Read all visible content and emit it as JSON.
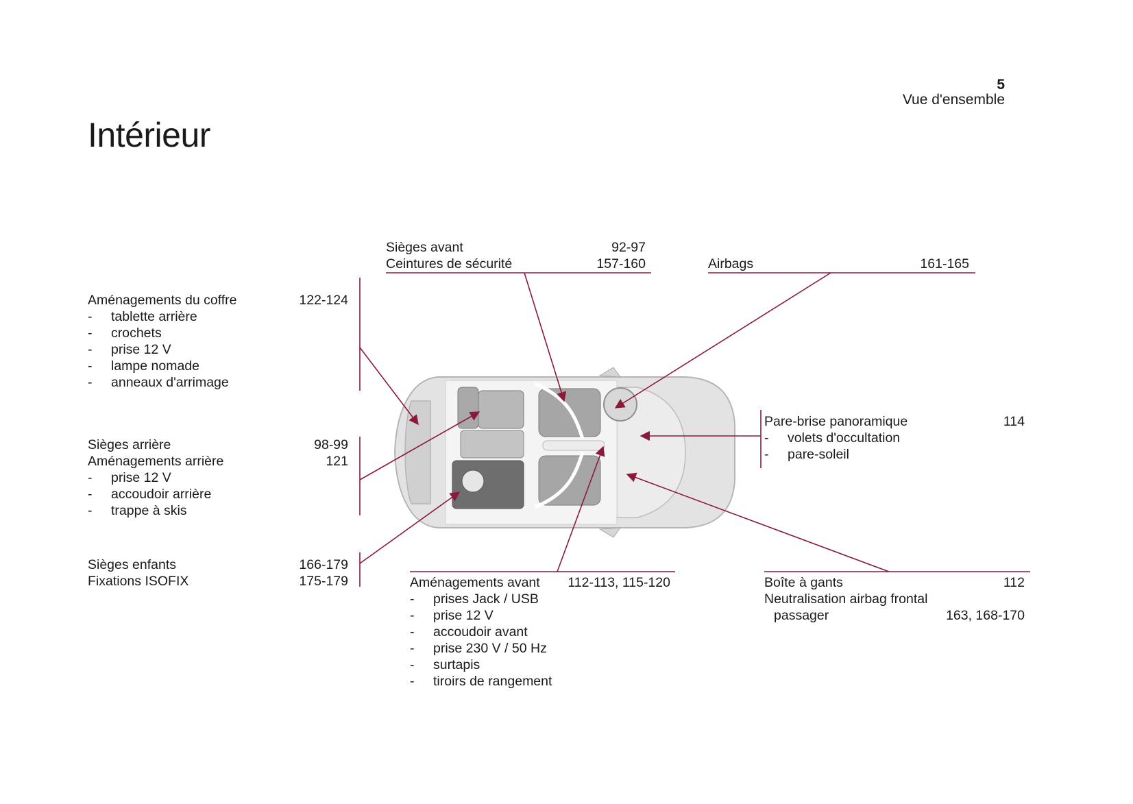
{
  "header": {
    "page_number": "5",
    "section": "Vue d'ensemble"
  },
  "title": "Intérieur",
  "callouts": {
    "coffre": {
      "items": [
        {
          "label": "Aménagements du coffre",
          "pages": "122-124"
        },
        {
          "label": "tablette arrière"
        },
        {
          "label": "crochets"
        },
        {
          "label": "prise 12 V"
        },
        {
          "label": "lampe nomade"
        },
        {
          "label": "anneaux d'arrimage"
        }
      ]
    },
    "arriere": {
      "items": [
        {
          "label": "Sièges arrière",
          "pages": "98-99"
        },
        {
          "label": "Aménagements arrière",
          "pages": "121"
        },
        {
          "label": "prise 12 V"
        },
        {
          "label": "accoudoir arrière"
        },
        {
          "label": "trappe à skis"
        }
      ]
    },
    "enfants": {
      "items": [
        {
          "label": "Sièges enfants",
          "pages": "166-179"
        },
        {
          "label": "Fixations ISOFIX",
          "pages": "175-179"
        }
      ]
    },
    "sieges_avant": {
      "items": [
        {
          "label": "Sièges avant",
          "pages": "92-97"
        },
        {
          "label": "Ceintures de sécurité",
          "pages": "157-160"
        }
      ]
    },
    "airbags": {
      "items": [
        {
          "label": "Airbags",
          "pages": "161-165"
        }
      ]
    },
    "pare_brise": {
      "items": [
        {
          "label": "Pare-brise panoramique",
          "pages": "114"
        },
        {
          "label": "volets d'occultation"
        },
        {
          "label": "pare-soleil"
        }
      ]
    },
    "avant": {
      "items": [
        {
          "label": "Aménagements avant",
          "pages": "112-113, 115-120"
        },
        {
          "label": "prises Jack / USB"
        },
        {
          "label": "prise 12 V"
        },
        {
          "label": "accoudoir avant"
        },
        {
          "label": "prise 230 V / 50 Hz"
        },
        {
          "label": "surtapis"
        },
        {
          "label": "tiroirs de rangement"
        }
      ]
    },
    "boite": {
      "items": [
        {
          "label": "Boîte à gants",
          "pages": "112"
        },
        {
          "label": "Neutralisation airbag frontal"
        },
        {
          "label": "passager",
          "pages": "163, 168-170"
        }
      ]
    },
    "dash": "-"
  },
  "colors": {
    "leader": "#8b1a3a",
    "car_body": "#dcdcdc",
    "car_outline": "#b5b5b5",
    "seat": "#a9a9a9",
    "seat_dark": "#6e6e6e"
  },
  "illustration": {
    "name": "car-top-view-illustration"
  }
}
